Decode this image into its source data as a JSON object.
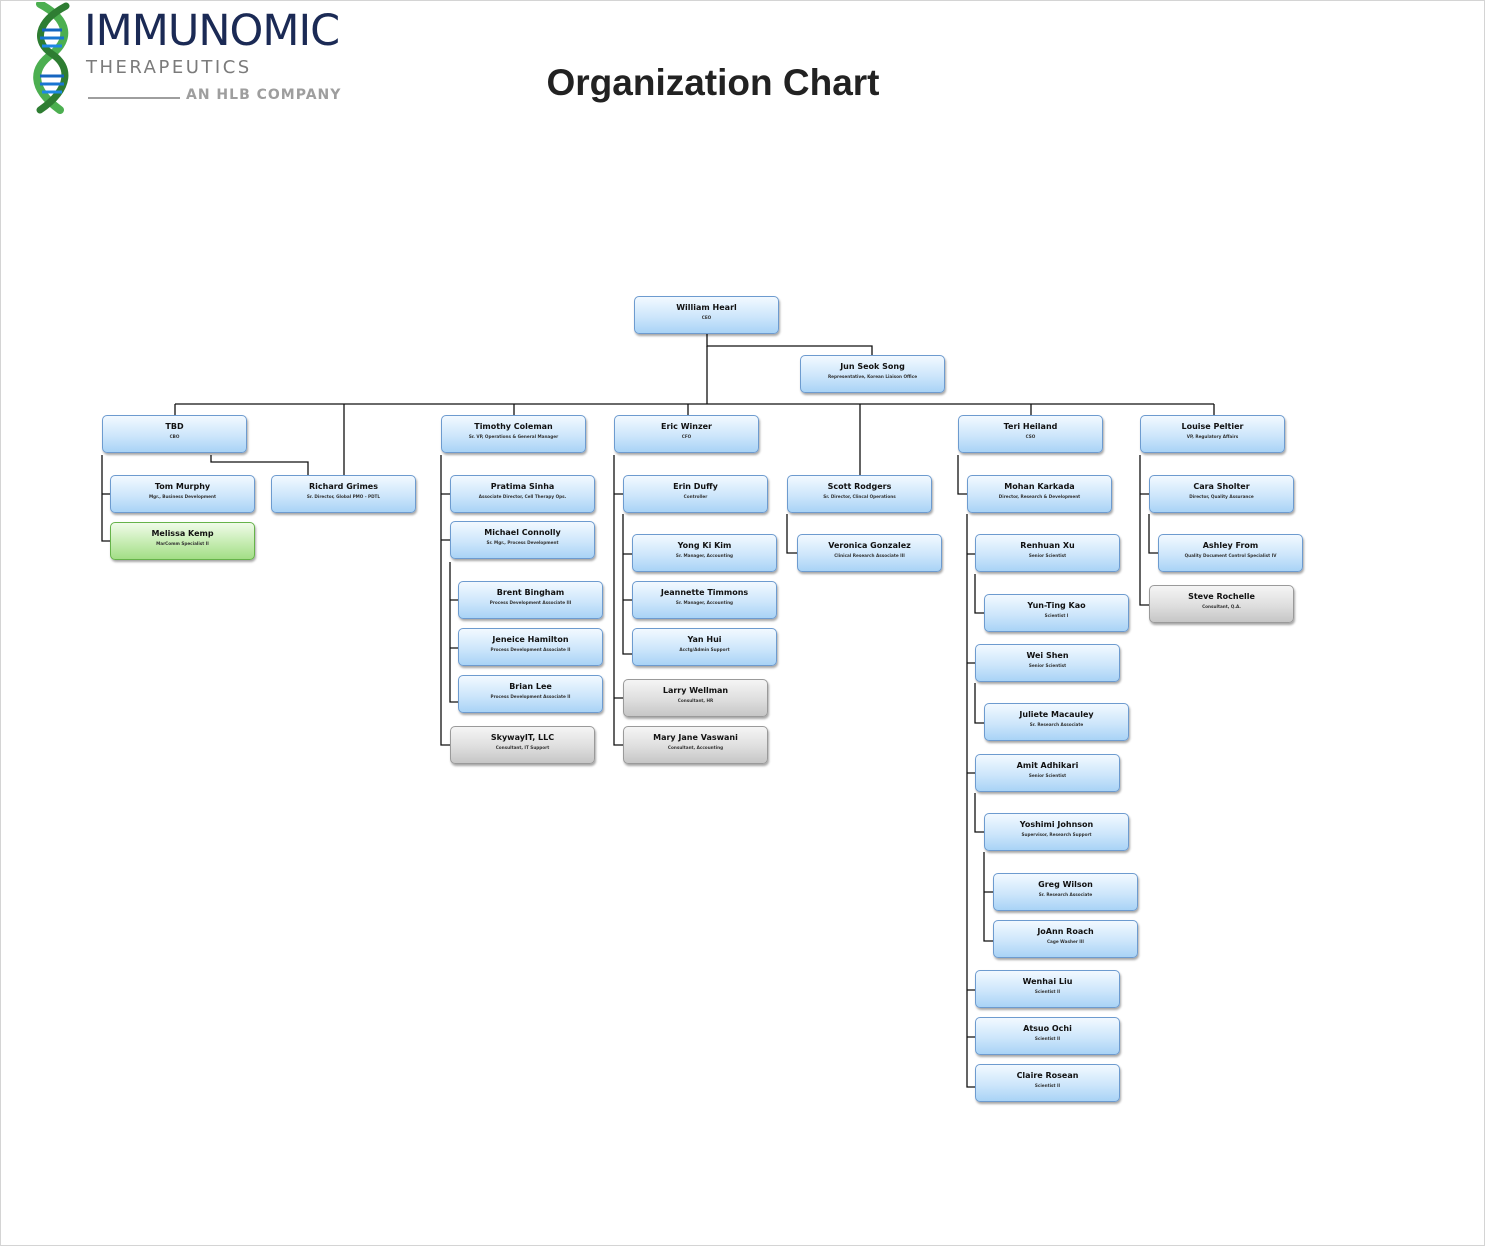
{
  "logo": {
    "name": "IMMUNOMIC",
    "subtitle": "THERAPEUTICS",
    "tagline": "AN HLB COMPANY"
  },
  "title": "Organization Chart",
  "colors": {
    "standard": "#bfe0fa",
    "consultant": "#d8d8d8",
    "highlight": "#b5e59b",
    "connector": "#000000"
  },
  "nodes": [
    {
      "id": "william",
      "name": "William Hearl",
      "title": "CEO",
      "style": "standard"
    },
    {
      "id": "junseok",
      "name": "Jun Seok Song",
      "title": "Representative, Korean Liaison Office",
      "style": "standard"
    },
    {
      "id": "tbd",
      "name": "TBD",
      "title": "CBO",
      "style": "standard"
    },
    {
      "id": "tom",
      "name": "Tom Murphy",
      "title": "Mgr., Business Development",
      "style": "standard"
    },
    {
      "id": "melissa",
      "name": "Melissa Kemp",
      "title": "MarComm Specialist II",
      "style": "green"
    },
    {
      "id": "richard",
      "name": "Richard Grimes",
      "title": "Sr. Director, Global PMO - PDTL",
      "style": "standard"
    },
    {
      "id": "timothy",
      "name": "Timothy Coleman",
      "title": "Sr. VP, Operations & General Manager",
      "style": "standard"
    },
    {
      "id": "pratima",
      "name": "Pratima Sinha",
      "title": "Associate Director, Cell Therapy Ops.",
      "style": "standard"
    },
    {
      "id": "michael",
      "name": "Michael Connolly",
      "title": "Sr. Mgr., Process Development",
      "style": "standard"
    },
    {
      "id": "brent",
      "name": "Brent Bingham",
      "title": "Process Development Associate III",
      "style": "standard"
    },
    {
      "id": "jeneice",
      "name": "Jeneice Hamilton",
      "title": "Process Development Associate II",
      "style": "standard"
    },
    {
      "id": "brian",
      "name": "Brian Lee",
      "title": "Process Development Associate II",
      "style": "standard"
    },
    {
      "id": "skyway",
      "name": "SkywayIT, LLC",
      "title": "Consultant, IT Support",
      "style": "gray"
    },
    {
      "id": "eric",
      "name": "Eric Winzer",
      "title": "CFO",
      "style": "standard"
    },
    {
      "id": "erin",
      "name": "Erin Duffy",
      "title": "Controller",
      "style": "standard"
    },
    {
      "id": "yong",
      "name": "Yong Ki Kim",
      "title": "Sr. Manager, Accounting",
      "style": "standard"
    },
    {
      "id": "jeannette",
      "name": "Jeannette Timmons",
      "title": "Sr. Manager, Accounting",
      "style": "standard"
    },
    {
      "id": "yan",
      "name": "Yan Hui",
      "title": "Acctg/Admin Support",
      "style": "standard"
    },
    {
      "id": "larry",
      "name": "Larry Wellman",
      "title": "Consultant, HR",
      "style": "gray"
    },
    {
      "id": "maryjane",
      "name": "Mary Jane Vaswani",
      "title": "Consultant, Accounting",
      "style": "gray"
    },
    {
      "id": "scott",
      "name": "Scott Rodgers",
      "title": "Sr. Director, Clincal Operations",
      "style": "standard"
    },
    {
      "id": "veronica",
      "name": "Veronica Gonzalez",
      "title": "Clinical Research Associate III",
      "style": "standard"
    },
    {
      "id": "teri",
      "name": "Teri Heiland",
      "title": "CSO",
      "style": "standard"
    },
    {
      "id": "mohan",
      "name": "Mohan Karkada",
      "title": "Director, Research & Development",
      "style": "standard"
    },
    {
      "id": "renhuan",
      "name": "Renhuan Xu",
      "title": "Senior Scientist",
      "style": "standard"
    },
    {
      "id": "yunting",
      "name": "Yun-Ting Kao",
      "title": "Scientist I",
      "style": "standard"
    },
    {
      "id": "weishen",
      "name": "Wei Shen",
      "title": "Senior Scientist",
      "style": "standard"
    },
    {
      "id": "juliete",
      "name": "Juliete Macauley",
      "title": "Sr. Research Associate",
      "style": "standard"
    },
    {
      "id": "amit",
      "name": "Amit Adhikari",
      "title": "Senior Scientist",
      "style": "standard"
    },
    {
      "id": "yoshimi",
      "name": "Yoshimi Johnson",
      "title": "Supervisor, Research Support",
      "style": "standard"
    },
    {
      "id": "greg",
      "name": "Greg Wilson",
      "title": "Sr. Research Associate",
      "style": "standard"
    },
    {
      "id": "joann",
      "name": "JoAnn Roach",
      "title": "Cage Washer III",
      "style": "standard"
    },
    {
      "id": "wenhai",
      "name": "Wenhai Liu",
      "title": "Scientist II",
      "style": "standard"
    },
    {
      "id": "atsuo",
      "name": "Atsuo Ochi",
      "title": "Scientist II",
      "style": "standard"
    },
    {
      "id": "claire",
      "name": "Claire Rosean",
      "title": "Scientist II",
      "style": "standard"
    },
    {
      "id": "louise",
      "name": "Louise Peltier",
      "title": "VP, Regulatory Affairs",
      "style": "standard"
    },
    {
      "id": "cara",
      "name": "Cara Sholter",
      "title": "Director, Quality Assurance",
      "style": "standard"
    },
    {
      "id": "ashley",
      "name": "Ashley From",
      "title": "Quality Document Control Specialist IV",
      "style": "standard"
    },
    {
      "id": "steve",
      "name": "Steve Rochelle",
      "title": "Consultant, Q.A.",
      "style": "gray"
    }
  ],
  "edges": [
    [
      "william",
      "junseok"
    ],
    [
      "william",
      "tbd"
    ],
    [
      "william",
      "richard"
    ],
    [
      "william",
      "timothy"
    ],
    [
      "william",
      "eric"
    ],
    [
      "william",
      "scott"
    ],
    [
      "william",
      "teri"
    ],
    [
      "william",
      "louise"
    ],
    [
      "tbd",
      "tom"
    ],
    [
      "tbd",
      "melissa"
    ],
    [
      "timothy",
      "pratima"
    ],
    [
      "timothy",
      "michael"
    ],
    [
      "timothy",
      "skyway"
    ],
    [
      "michael",
      "brent"
    ],
    [
      "michael",
      "jeneice"
    ],
    [
      "michael",
      "brian"
    ],
    [
      "eric",
      "erin"
    ],
    [
      "eric",
      "larry"
    ],
    [
      "eric",
      "maryjane"
    ],
    [
      "erin",
      "yong"
    ],
    [
      "erin",
      "jeannette"
    ],
    [
      "erin",
      "yan"
    ],
    [
      "scott",
      "veronica"
    ],
    [
      "teri",
      "mohan"
    ],
    [
      "mohan",
      "renhuan"
    ],
    [
      "mohan",
      "weishen"
    ],
    [
      "mohan",
      "amit"
    ],
    [
      "mohan",
      "wenhai"
    ],
    [
      "mohan",
      "atsuo"
    ],
    [
      "mohan",
      "claire"
    ],
    [
      "renhuan",
      "yunting"
    ],
    [
      "weishen",
      "juliete"
    ],
    [
      "amit",
      "yoshimi"
    ],
    [
      "yoshimi",
      "greg"
    ],
    [
      "yoshimi",
      "joann"
    ],
    [
      "louise",
      "cara"
    ],
    [
      "louise",
      "steve"
    ],
    [
      "cara",
      "ashley"
    ]
  ]
}
